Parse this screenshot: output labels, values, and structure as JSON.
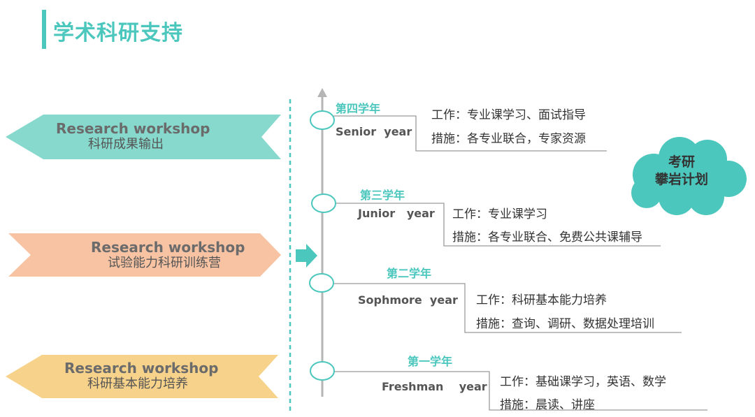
{
  "title": "学术科研支持",
  "colors": {
    "teal": "#4cc7bd",
    "mint": "#86d9cc",
    "peach": "#f7c3a3",
    "yellow": "#f7d28a",
    "gray_line": "#9a9a9a"
  },
  "banners": [
    {
      "en": "Research workshop",
      "cn": "科研成果输出",
      "color": "#86d9cc"
    },
    {
      "en": "Research workshop",
      "cn": "试验能力科研训练营",
      "color": "#f7c3a3"
    },
    {
      "en": "Research workshop",
      "cn": "科研基本能力培养",
      "color": "#f7d28a"
    }
  ],
  "cloud": {
    "line1": "考研",
    "line2": "攀岩计划"
  },
  "years": [
    {
      "cn": "第四学年",
      "en": "Senior  year",
      "work": "工作：专业课学习、面试指导",
      "measure": "措施：各专业联合，专家资源"
    },
    {
      "cn": "第三学年",
      "en": "Junior   year",
      "work": "工作：专业课学习",
      "measure": "措施：各专业联合、免费公共课辅导"
    },
    {
      "cn": "第二学年",
      "en": "Sophmore  year",
      "work": "工作：科研基本能力培养",
      "measure": "措施：查询、调研、数据处理培训"
    },
    {
      "cn": "第一学年",
      "en": "Freshman    year",
      "work": "工作：基础课学习，英语、数学",
      "measure": "措施：晨读、讲座"
    }
  ]
}
